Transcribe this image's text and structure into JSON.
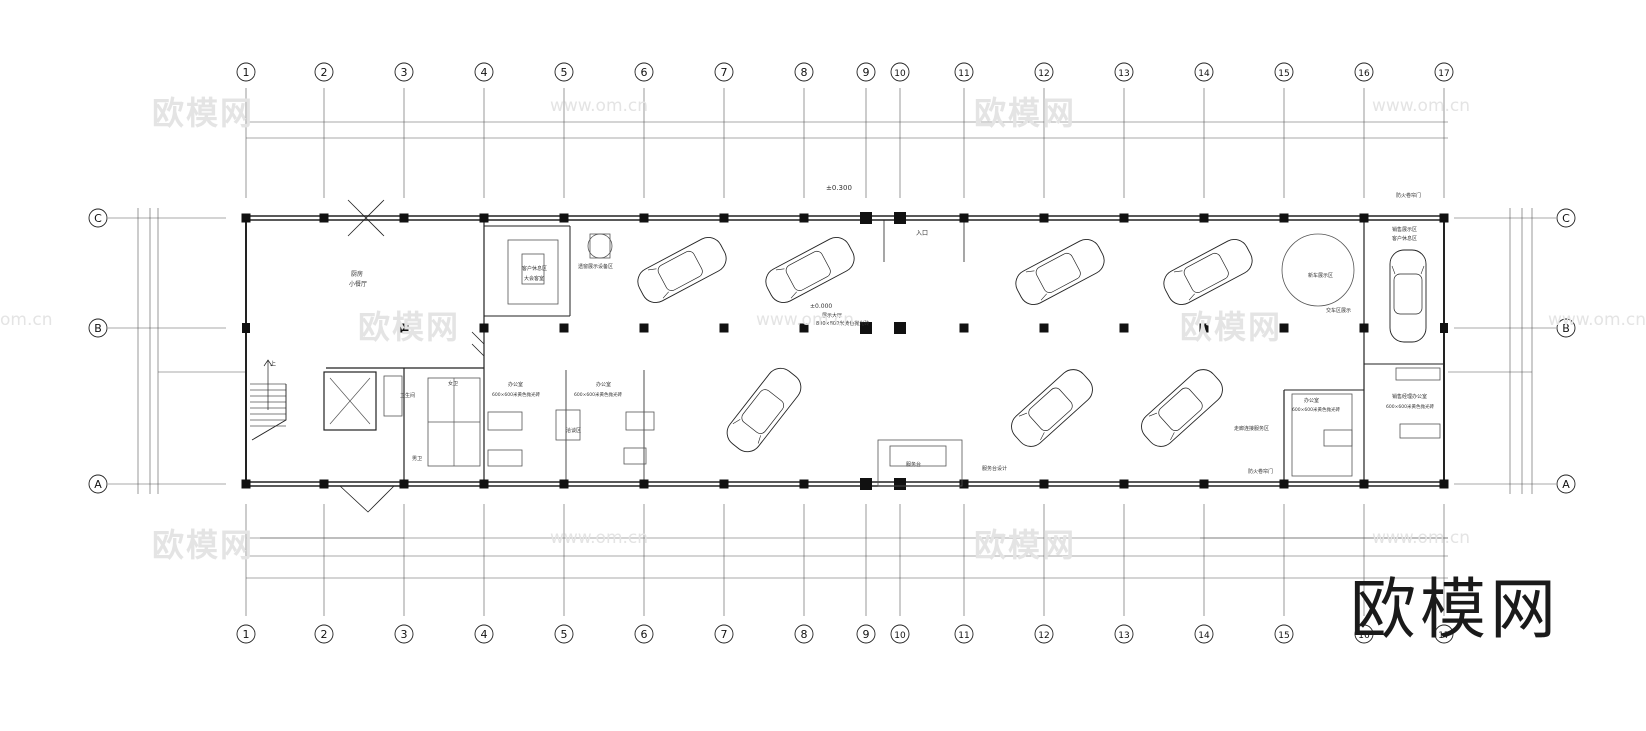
{
  "grid": {
    "columns": [
      "1",
      "2",
      "3",
      "4",
      "5",
      "6",
      "7",
      "8",
      "9",
      "10",
      "11",
      "12",
      "13",
      "14",
      "15",
      "16",
      "17"
    ],
    "rows": [
      "C",
      "B",
      "A"
    ]
  },
  "labels": {
    "elevation_top": "±0.300",
    "elevation_hall": "±0.000",
    "entrance": "入口",
    "kitchen_line1": "厨房",
    "kitchen_line2": "小餐厅",
    "reception_line1": "客户休息区",
    "reception_line2": "大会客室",
    "window_display": "透窗展示设备区",
    "hall_line1": "展示大厅",
    "hall_line2": "800×800米黄色抛光砖",
    "toilet": "卫生间",
    "female_wc": "女卫",
    "male_wc": "男卫",
    "office_a_line1": "办公室",
    "office_a_line2": "600×600米黄色抛光砖",
    "office_b_line1": "办公室",
    "office_b_line2": "600×600米黄色抛光砖",
    "lounge": "洽谈区",
    "reception_desk": "服务台",
    "reception_desk_note": "服务台设计",
    "new_car_area": "新车展示区",
    "delivery_area": "交车区",
    "delivery_note": "交车区展示",
    "sales_line1": "销售展示区",
    "sales_line2": "客户休息区",
    "fire_exit": "防火卷帘门",
    "manager_line1": "销售经理办公室",
    "manager_line2": "600×600米黄色抛光砖",
    "office_c_line1": "办公室",
    "office_c_line2": "600×600米黄色抛光砖",
    "side_note": "走廊连接服务区",
    "stair_up": "上",
    "fire_door": "防火卷帘门"
  },
  "watermarks": {
    "logo": "欧模网",
    "url": "www.om.cn",
    "url_short": "om.cn"
  },
  "brand": "欧模网",
  "colors": {
    "line": "#222222",
    "thin": "#555555",
    "column_fill": "#111111",
    "watermark": "#e4e4e4"
  }
}
